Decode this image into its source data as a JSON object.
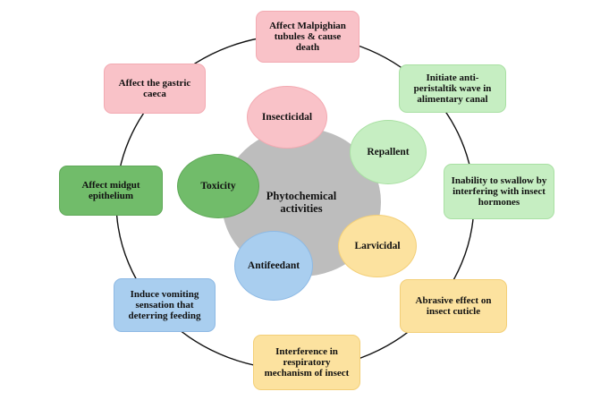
{
  "center": {
    "label": "Phytochemical activities"
  },
  "activities": {
    "insecticidal": "Insecticidal",
    "repellent": "Repallent",
    "larvicidal": "Larvicidal",
    "antifeedant": "Antifeedant",
    "toxicity": "Toxicity"
  },
  "effects": {
    "malpighian": "Affect Malpighian tubules & cause death",
    "antiperistaltic": "Initiate anti-peristaltik wave in alimentary canal",
    "swallow": "Inability to swallow by interfering with insect hormones",
    "abrasive": "Abrasive effect on insect cuticle",
    "respiratory": "Interference in respiratory mechanism of insect",
    "vomiting": "Induce vomiting sensation that deterring feeding",
    "midgut": "Affect midgut epithelium",
    "gastric": "Affect the gastric caeca"
  },
  "colors": {
    "pink": "#f9c2c8",
    "light_green": "#c6eec2",
    "dark_green": "#71bc6a",
    "blue": "#a9ceef",
    "yellow": "#fce29f",
    "hub_gray": "#bdbdbd",
    "ring": "#111111"
  }
}
